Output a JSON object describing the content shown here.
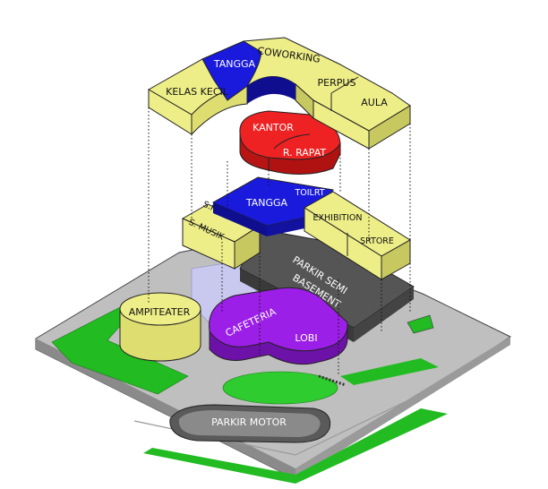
{
  "labels": {
    "tangga_top": "TANGGA",
    "coworking": "COWORKING",
    "kelas_kecil": "KELAS KECIL",
    "perpus": "PERPUS",
    "aula": "AULA",
    "kantor": "KANTOR",
    "r_rapat": "R. RAPAT",
    "tangga_mid": "TANGGA",
    "toilet": "TOILRT",
    "s_rekaman": "S.REKAMAN",
    "s_musik": "S. MUSIK",
    "exhibition": "EXHIBITION",
    "store": "SRTORE",
    "parkir_semi": "PARKIR SEMI",
    "basement": "BASEMENT",
    "ampiteater": "AMPITEATER",
    "cafeteria": "CAFETERIA",
    "lobi": "LOBI",
    "parkir_motor": "PARKIR MOTOR"
  },
  "colors": {
    "yellow": "#eeee88",
    "yellow_side": "#c8c860",
    "blue": "#1a1adc",
    "red": "#ee2222",
    "purple": "#9b1fe6",
    "green": "#22bb22",
    "grey_ground": "#bdbdbd",
    "dark_grey": "#555555",
    "light_blue": "#c9c9f0"
  }
}
